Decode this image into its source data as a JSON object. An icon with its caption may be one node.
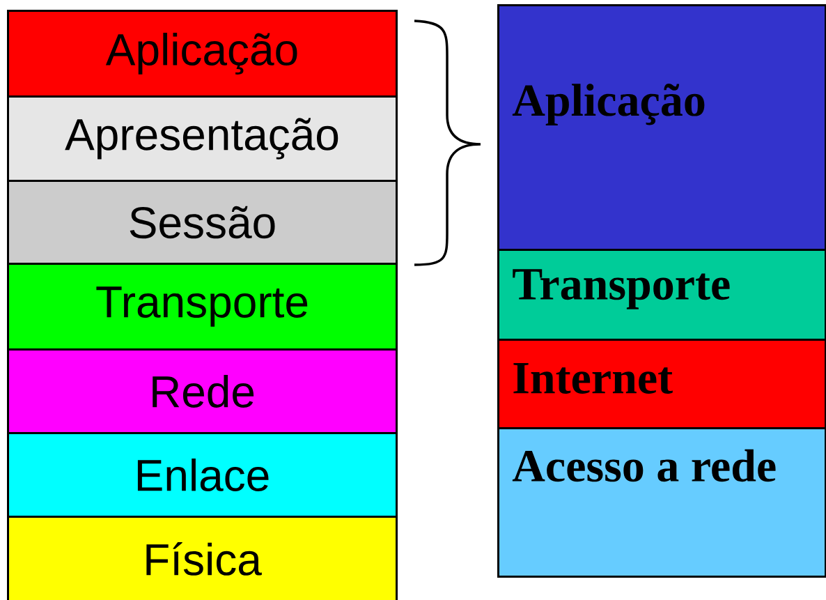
{
  "diagram": {
    "nodes": [
      {
        "text": [
          "Aplicação"
        ]
      },
      {
        "text": [
          "Apresentação"
        ]
      },
      {
        "text": [
          "Sessão"
        ]
      },
      {
        "text": [
          "Transporte"
        ]
      },
      {
        "text": [
          "Rede"
        ]
      },
      {
        "text": [
          "Enlace"
        ]
      },
      {
        "text": [
          "Física"
        ]
      },
      {
        "text": [
          "Aplicação"
        ]
      },
      {
        "text": [
          "Transporte"
        ]
      },
      {
        "text": [
          "Internet"
        ]
      },
      {
        "text": [
          "Acesso a rede"
        ]
      }
    ]
  }
}
